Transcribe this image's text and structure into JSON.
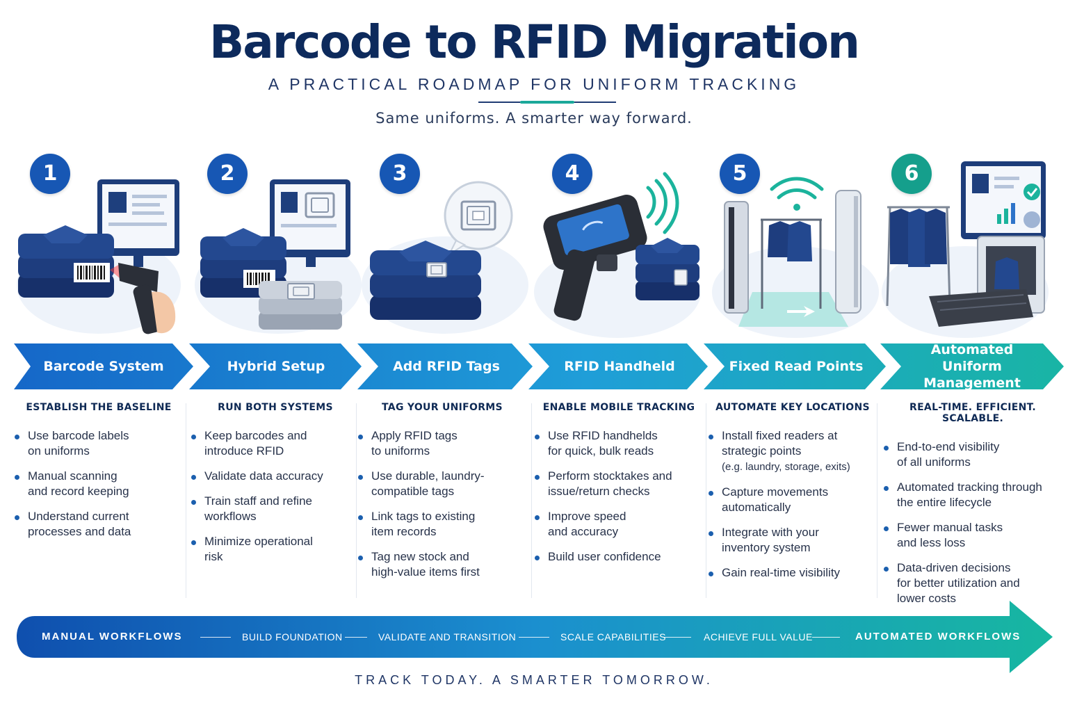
{
  "header": {
    "title": "Barcode to RFID Migration",
    "subtitle": "A PRACTICAL ROADMAP FOR UNIFORM TRACKING",
    "tagline": "Same uniforms. A smarter way forward."
  },
  "steps": [
    {
      "number": "1",
      "name": "Barcode System",
      "heading": "ESTABLISH THE BASELINE",
      "icon": "barcode-scanner-icon",
      "bullets": [
        "Use barcode labels on uniforms",
        "Manual scanning and record keeping",
        "Understand current processes and data"
      ]
    },
    {
      "number": "2",
      "name": "Hybrid Setup",
      "heading": "RUN BOTH SYSTEMS",
      "icon": "hybrid-tags-icon",
      "bullets": [
        "Keep barcodes and introduce RFID",
        "Validate data accuracy",
        "Train staff and refine workflows",
        "Minimize operational risk"
      ]
    },
    {
      "number": "3",
      "name": "Add RFID Tags",
      "heading": "TAG YOUR UNIFORMS",
      "icon": "rfid-tag-icon",
      "bullets": [
        "Apply RFID tags to uniforms",
        "Use durable, laundry-compatible tags",
        "Link tags to existing item records",
        "Tag new stock and high-value items first"
      ]
    },
    {
      "number": "4",
      "name": "RFID Handheld",
      "heading": "ENABLE MOBILE TRACKING",
      "icon": "rfid-handheld-icon",
      "bullets": [
        "Use RFID handhelds for quick, bulk reads",
        "Perform stocktakes and issue/return checks",
        "Improve speed and accuracy",
        "Build user confidence"
      ]
    },
    {
      "number": "5",
      "name": "Fixed Read Points",
      "heading": "AUTOMATE KEY LOCATIONS",
      "icon": "fixed-reader-gate-icon",
      "bullets": [
        "Install fixed readers at strategic points",
        "Capture movements automatically",
        "Integrate with your inventory system",
        "Gain real-time visibility"
      ],
      "note": "(e.g. laundry, storage, exits)"
    },
    {
      "number": "6",
      "name": "Automated Uniform Management",
      "heading": "REAL-TIME. EFFICIENT. SCALABLE.",
      "icon": "automated-conveyor-icon",
      "bullets": [
        "End-to-end visibility of all uniforms",
        "Automated tracking through the entire lifecycle",
        "Fewer manual tasks and less loss",
        "Data-driven decisions for better utilization and lower costs"
      ]
    }
  ],
  "progress": {
    "start": "MANUAL WORKFLOWS",
    "phases": [
      "BUILD FOUNDATION",
      "VALIDATE AND TRANSITION",
      "SCALE CAPABILITIES",
      "ACHIEVE FULL VALUE"
    ],
    "end": "AUTOMATED WORKFLOWS"
  },
  "footer": "TRACK TODAY. A SMARTER TOMORROW.",
  "colors": {
    "navy": "#0d2a5c",
    "step_blue": "#1757b4",
    "step_teal": "#159f8c",
    "chevron_gradient": [
      "#1566c8",
      "#1f9ed8",
      "#19b5a4"
    ]
  }
}
